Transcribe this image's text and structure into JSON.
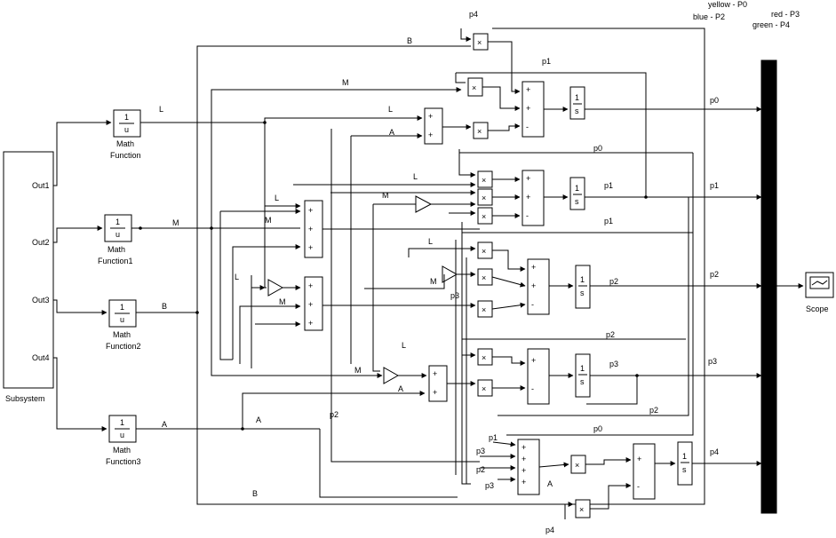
{
  "legend": {
    "yellow": "yellow - P0",
    "blue": "blue - P2",
    "red": "red - P3",
    "green": "green - P4"
  },
  "blocks": {
    "subsystem": {
      "label": "Subsystem",
      "ports": [
        "Out1",
        "Out2",
        "Out3",
        "Out4"
      ]
    },
    "math_functions": [
      {
        "label": "Math",
        "sub": "Function",
        "num": "1",
        "den": "u"
      },
      {
        "label": "Math",
        "sub": "Function1",
        "num": "1",
        "den": "u"
      },
      {
        "label": "Math",
        "sub": "Function2",
        "num": "1",
        "den": "u"
      },
      {
        "label": "Math",
        "sub": "Function3",
        "num": "1",
        "den": "u"
      }
    ],
    "integrator": {
      "num": "1",
      "den": "s"
    },
    "scope": {
      "label": "Scope"
    },
    "product_symbol": "×",
    "sum_signs": {
      "plus": "+",
      "minus": "-"
    }
  },
  "signals": {
    "L": "L",
    "M": "M",
    "B": "B",
    "A": "A",
    "p0": "p0",
    "p1": "p1",
    "p2": "p2",
    "p3": "p3",
    "p4": "p4"
  },
  "colors": {
    "line": "#000000",
    "mux": "#000000",
    "background": "#ffffff"
  }
}
